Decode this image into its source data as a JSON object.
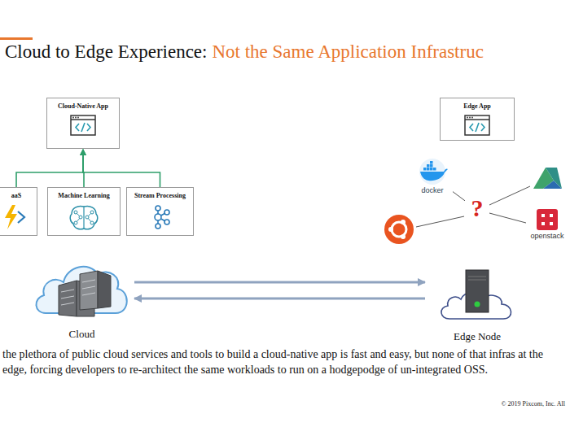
{
  "diagram": {
    "title": "Cloud to Edge Experience:",
    "caption": "the plethora of public cloud services and tools to build a cloud-native app is fast and easy, but none of that infras at the edge, forcing developers to re-architect the same workloads to run on a hodgepodge of un-integrated OSS.",
    "nodes": [
      {
        "text": [
          "Cloud-Native App"
        ]
      },
      {
        "text": [
          "aaS"
        ]
      },
      {
        "text": [
          "Machine Learning"
        ]
      },
      {
        "text": [
          "Stream Processing"
        ]
      },
      {
        "text": [
          "Edge App"
        ]
      },
      {
        "text": [
          "docker"
        ]
      },
      {
        "text": [
          "?"
        ]
      },
      {
        "text": [
          "openstack"
        ]
      },
      {
        "text": [
          "Cloud"
        ]
      },
      {
        "text": [
          "Edge Node"
        ]
      }
    ],
    "edges": [
      {
        "from": 1,
        "to": 0,
        "arrow": "to"
      },
      {
        "from": 2,
        "to": 0,
        "arrow": "to"
      },
      {
        "from": 3,
        "to": 0,
        "arrow": "to"
      },
      {
        "from": 6,
        "to": 5,
        "arrow": "none"
      },
      {
        "from": 6,
        "to": 7,
        "arrow": "none"
      },
      {
        "from": 8,
        "to": 9,
        "arrow": "to"
      },
      {
        "from": 9,
        "to": 8,
        "arrow": "to"
      }
    ],
    "labels": [
      "Not the Same Application Infrastruc",
      "© 2019 Pixcom, Inc. All"
    ]
  }
}
